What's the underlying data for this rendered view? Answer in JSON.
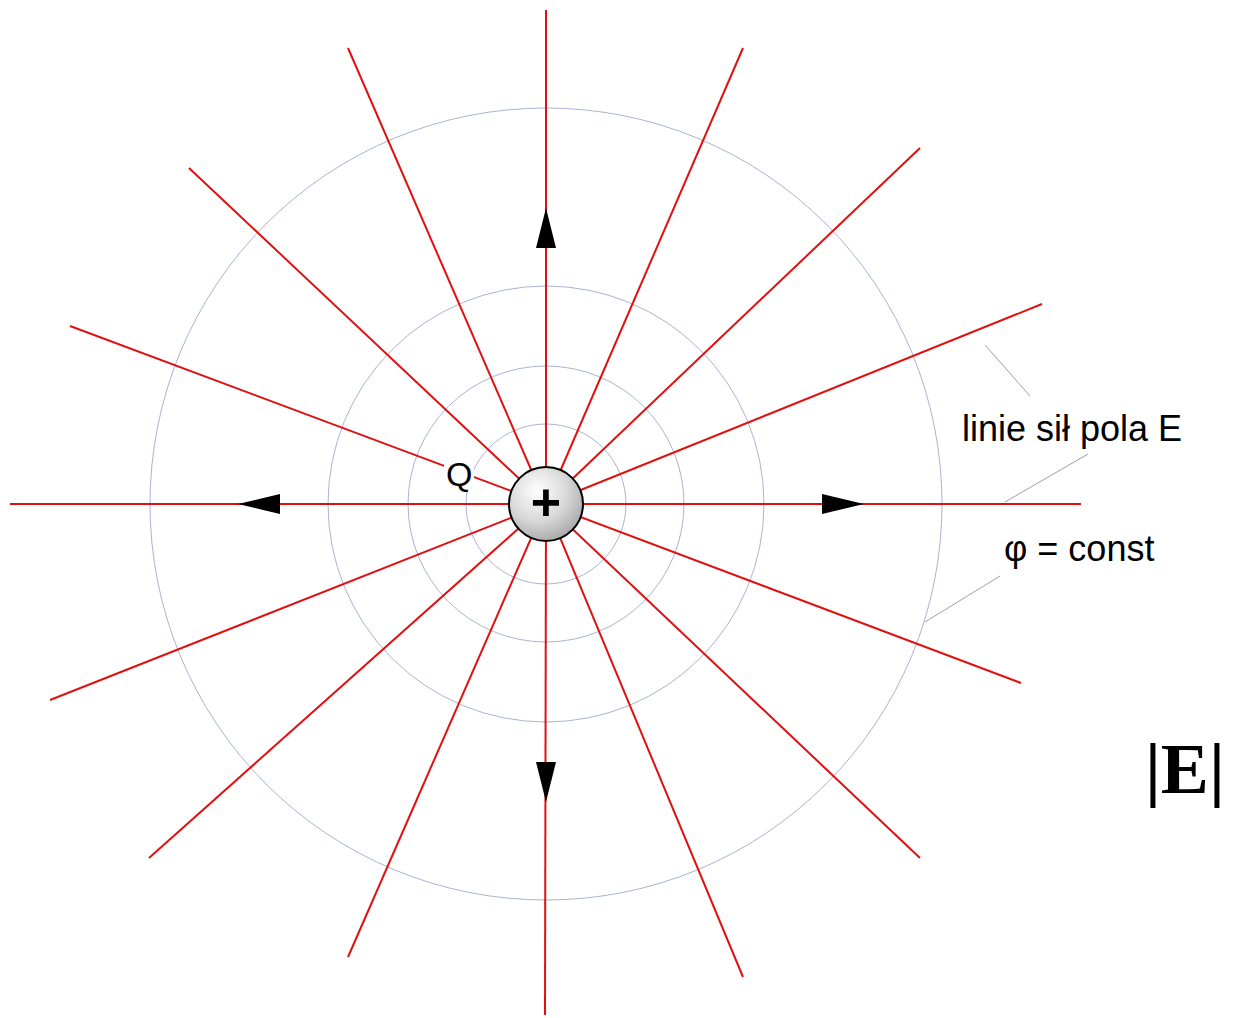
{
  "diagram": {
    "nodes": [
      {
        "text": [
          "Q",
          "+"
        ]
      }
    ],
    "labels": [
      "linie sił pola E",
      "φ = const",
      "|E|"
    ]
  }
}
